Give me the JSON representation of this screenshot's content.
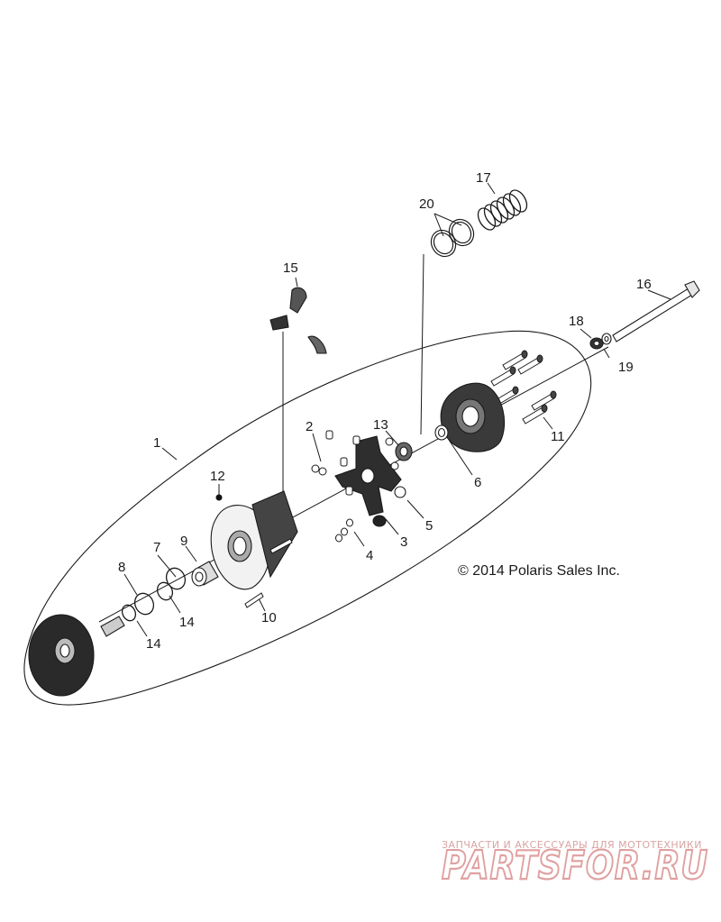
{
  "diagram": {
    "copyright": "© 2014 Polaris Sales Inc.",
    "callouts": {
      "c1": "1",
      "c2": "2",
      "c3": "3",
      "c4": "4",
      "c5": "5",
      "c6": "6",
      "c7": "7",
      "c8": "8",
      "c9": "9",
      "c10": "10",
      "c11": "11",
      "c12": "12",
      "c13": "13",
      "c14a": "14",
      "c14b": "14",
      "c15": "15",
      "c16": "16",
      "c17": "17",
      "c18": "18",
      "c19": "19",
      "c20": "20"
    }
  },
  "watermark": {
    "tagline": "ЗАПЧАСТИ И АКСЕССУАРЫ ДЛЯ МОТОТЕХНИКИ",
    "logo": "PARTSFOR.RU"
  },
  "colors": {
    "line": "#1a1a1a",
    "watermark": "#d98c8c"
  }
}
